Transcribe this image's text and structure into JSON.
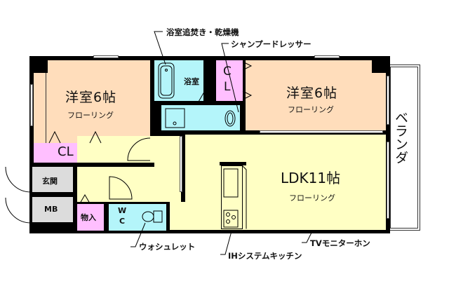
{
  "colors": {
    "western_room": "#FFDDBB",
    "ldk": "#FFFFC4",
    "bath": "#B4F5FA",
    "closet": "#FFBFFF",
    "entrance": "#DCDCDC",
    "wall": "#000000",
    "balcony": "#FFFFFF"
  },
  "rooms": {
    "western_room_left": {
      "name": "洋室6帖",
      "floor": "フローリング"
    },
    "western_room_right": {
      "name": "洋室6帖",
      "floor": "フローリング"
    },
    "ldk": {
      "name": "LDK11帖",
      "floor": "フローリング"
    },
    "bathroom": {
      "name": "浴室"
    },
    "closet_left": {
      "name": "CL"
    },
    "closet_right": {
      "name_top": "C",
      "name_bottom": "L"
    },
    "entrance": {
      "name": "玄関"
    },
    "meter_box": {
      "name": "MB"
    },
    "storage": {
      "name": "物入"
    },
    "toilet": {
      "name_top": "W",
      "name_bottom": "C"
    },
    "balcony": {
      "name": "ベランダ"
    }
  },
  "callouts": {
    "bath_reheat_dryer": "浴室追焚き・乾燥機",
    "shampoo_dresser": "シャンプードレッサー",
    "washlet": "ウォシュレット",
    "ih_kitchen": "IHシステムキッチン",
    "tv_intercom": "TVモニターホン"
  }
}
